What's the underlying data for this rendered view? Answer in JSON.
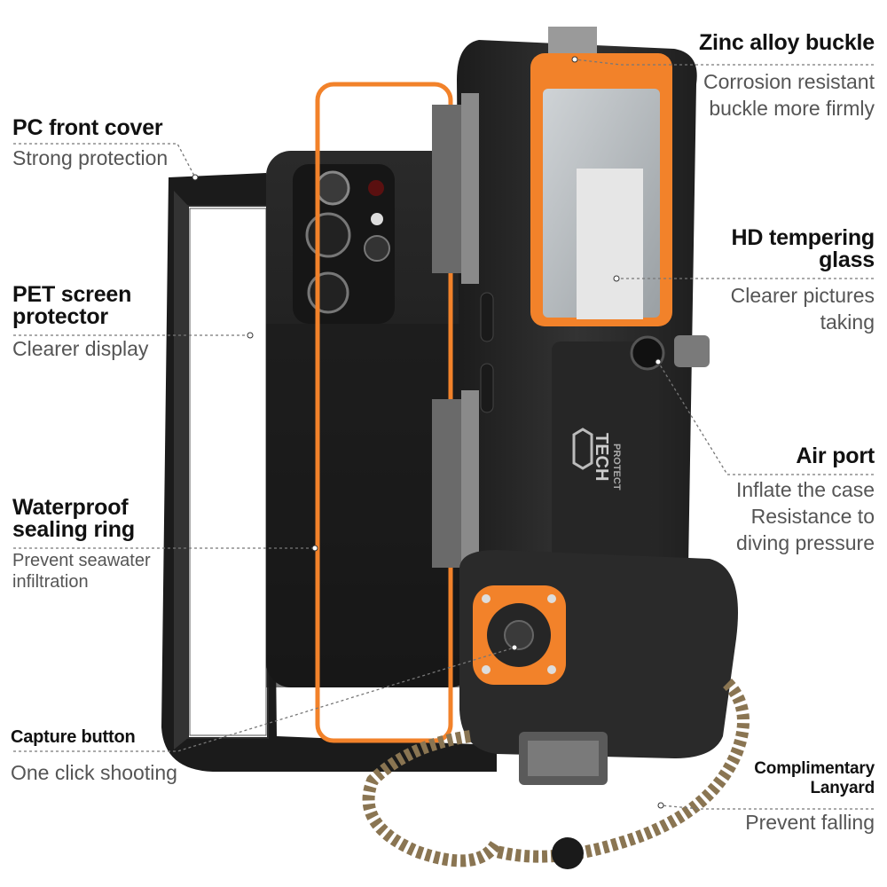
{
  "features": {
    "pc_front_cover": {
      "title": "PC front cover",
      "desc": "Strong protection"
    },
    "pet_screen_protector": {
      "title_line1": "PET screen",
      "title_line2": "protector",
      "desc": "Clearer display"
    },
    "waterproof_sealing_ring": {
      "title_line1": "Waterproof",
      "title_line2": "sealing ring",
      "desc_line1": "Prevent seawater",
      "desc_line2": "infiltration"
    },
    "capture_button": {
      "title": "Capture button",
      "desc": "One click shooting"
    },
    "zinc_alloy_buckle": {
      "title": "Zinc alloy buckle",
      "desc_line1": "Corrosion resistant",
      "desc_line2": "buckle more firmly"
    },
    "hd_tempering_glass": {
      "title_line1": "HD tempering",
      "title_line2": "glass",
      "desc_line1": "Clearer pictures",
      "desc_line2": "taking"
    },
    "air_port": {
      "title": "Air port",
      "desc_line1": "Inflate the case",
      "desc_line2": "Resistance to",
      "desc_line3": "diving pressure"
    },
    "complimentary_lanyard": {
      "title_line1": "Complimentary",
      "title_line2": "Lanyard",
      "desc": "Prevent falling"
    }
  },
  "brand": {
    "line1": "TECH",
    "line2": "PROTECT"
  },
  "colors": {
    "accent_orange": "#f2822a",
    "case_black": "#2b2b2b",
    "lanyard_brown": "#8a7552"
  }
}
